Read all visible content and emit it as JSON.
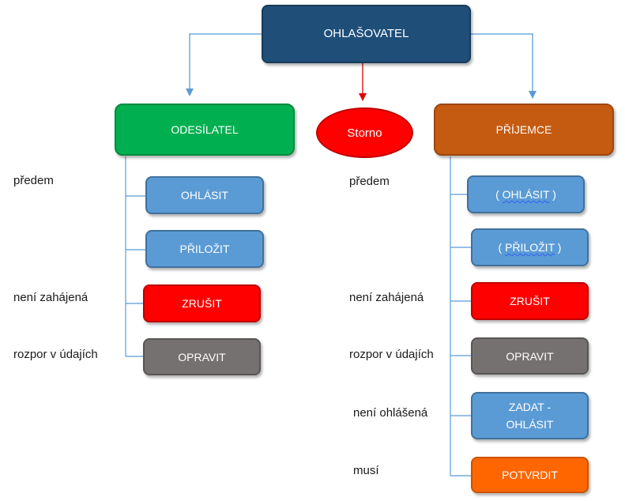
{
  "nodes": {
    "top": "OHLAŠOVATEL",
    "sender": "ODESÍLATEL",
    "storno": "Storno",
    "receiver": "PŘÍJEMCE"
  },
  "sender_actions": {
    "ohlasit": "OHLÁSIT",
    "prilozit": "PŘILOŽIT",
    "zrusit": "ZRUŠIT",
    "opravit": "OPRAVIT"
  },
  "receiver_actions": {
    "ohlasit_open": "( ",
    "ohlasit": "OHLÁSIT",
    "ohlasit_close": " )",
    "prilozit_open": "( ",
    "prilozit": "PŘILOŽIT",
    "prilozit_close": " )",
    "zrusit": "ZRUŠIT",
    "opravit": "OPRAVIT",
    "zadat_line1": "ZADAT -",
    "zadat_line2": "OHLÁSIT",
    "potvrdit": "POTVRDIT"
  },
  "left_labels": {
    "predem": "předem",
    "nezahajena": "není zahájená",
    "rozpor": "rozpor v údajích"
  },
  "right_labels": {
    "predem": "předem",
    "nezahajena": "není zahájená",
    "rozpor": "rozpor v údajích",
    "neohlasena": "není ohlášená",
    "musi": "musí"
  },
  "colors": {
    "top": "#1f4e79",
    "sender": "#00b050",
    "receiver": "#c55a11",
    "storno": "#ff0000",
    "action_blue": "#5b9bd5",
    "action_red": "#ff0000",
    "action_gray": "#767171",
    "action_orange": "#ff6600",
    "connector": "#5b9bd5",
    "storno_arrow": "#e00000"
  }
}
